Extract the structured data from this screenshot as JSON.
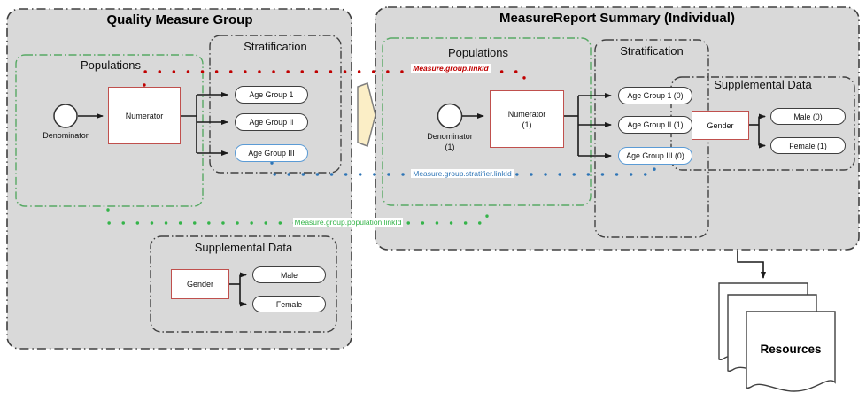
{
  "left_group": {
    "title": "Quality Measure Group",
    "populations": {
      "title": "Populations",
      "denominator_label": "Denominator",
      "numerator_label": "Numerator"
    },
    "stratification": {
      "title": "Stratification",
      "items": [
        "Age Group 1",
        "Age Group II",
        "Age Group III"
      ]
    },
    "supplemental_data": {
      "title": "Supplemental Data",
      "gender_label": "Gender",
      "items": [
        "Male",
        "Female"
      ]
    }
  },
  "right_group": {
    "title": "MeasureReport Summary (Individual)",
    "populations": {
      "title": "Populations",
      "denominator_line1": "Denominator",
      "denominator_line2": "(1)",
      "numerator_line1": "Numerator",
      "numerator_line2": "(1)"
    },
    "stratification": {
      "title": "Stratification",
      "items": [
        "Age Group 1 (0)",
        "Age Group II (1)",
        "Age Group III (0)"
      ]
    },
    "supplemental_data": {
      "title": "Supplemental Data",
      "gender_label": "Gender",
      "items": [
        "Male (0)",
        "Female (1)"
      ]
    }
  },
  "link_labels": {
    "group": "Measure.group.linkId",
    "stratifier": "Measure.group.stratifier.linkId",
    "population": "Measure.group.population.linkId"
  },
  "resources": {
    "label": "Resources"
  },
  "colors": {
    "group_background": "#d9d9d9",
    "group_border": "#404040",
    "populations_border_green": "#57a964",
    "link_red": "#c00000",
    "link_blue": "#2e75b6",
    "link_green": "#35b44a",
    "node_red_border": "#c0504d",
    "strata_blue_border": "#5b9bd5",
    "flow_arrow_fill": "#fbeec6"
  }
}
